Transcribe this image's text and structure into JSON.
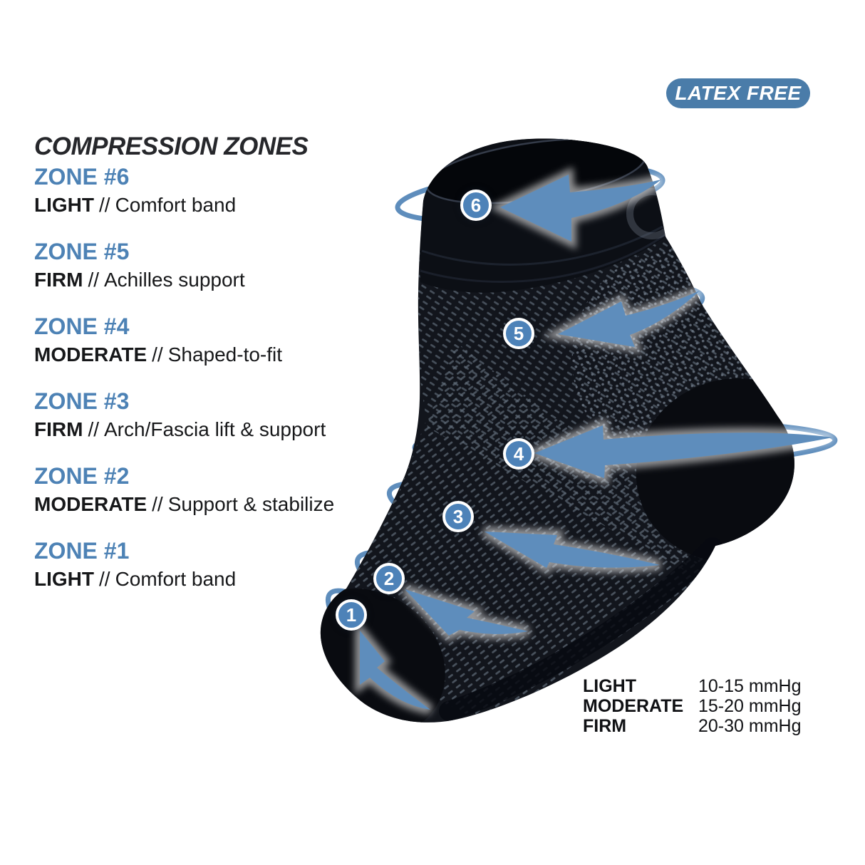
{
  "badge": {
    "label": "LATEX FREE"
  },
  "title": "COMPRESSION ZONES",
  "separator": "//",
  "zones": [
    {
      "number": "6",
      "name": "ZONE #6",
      "level": "LIGHT",
      "description": "Comfort band"
    },
    {
      "number": "5",
      "name": "ZONE #5",
      "level": "FIRM",
      "description": "Achilles support"
    },
    {
      "number": "4",
      "name": "ZONE #4",
      "level": "MODERATE",
      "description": "Shaped-to-fit"
    },
    {
      "number": "3",
      "name": "ZONE #3",
      "level": "FIRM",
      "description": "Arch/Fascia lift & support"
    },
    {
      "number": "2",
      "name": "ZONE #2",
      "level": "MODERATE",
      "description": "Support & stabilize"
    },
    {
      "number": "1",
      "name": "ZONE #1",
      "level": "LIGHT",
      "description": "Comfort band"
    }
  ],
  "legend": {
    "rows": [
      {
        "level": "LIGHT",
        "range": "10-15 mmHg"
      },
      {
        "level": "MODERATE",
        "range": "15-20 mmHg"
      },
      {
        "level": "FIRM",
        "range": "20-30 mmHg"
      }
    ]
  },
  "colors": {
    "zone_title_blue": "#4d82b5",
    "arrow_blue": "#5e8dbc",
    "badge_pill_blue": "#4a7ca9",
    "marker_blue": "#4d82b8",
    "text_black": "#17181a"
  }
}
